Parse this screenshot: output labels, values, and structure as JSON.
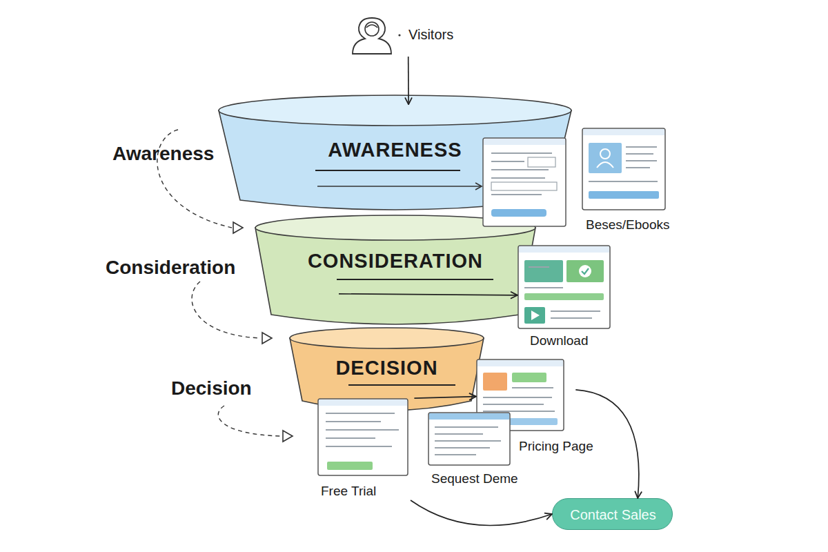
{
  "diagram": {
    "nodes": [
      {
        "text": [
          "Visitors"
        ]
      },
      {
        "text": [
          "AWARENESS"
        ]
      },
      {
        "text": [
          "CONSIDERATION"
        ]
      },
      {
        "text": [
          "DECISION"
        ]
      },
      {
        "text": [
          "Beses/Ebooks"
        ]
      },
      {
        "text": [
          "Download"
        ]
      },
      {
        "text": [
          "Pricing Page"
        ]
      },
      {
        "text": [
          "Sequest Deme"
        ]
      },
      {
        "text": [
          "Free Trial"
        ]
      },
      {
        "text": [
          "Contact Sales"
        ]
      }
    ],
    "edges": [
      {
        "from": 0,
        "to": 1,
        "arrow": "to"
      },
      {
        "from": 2,
        "to": 5,
        "arrow": "to"
      },
      {
        "from": 3,
        "to": 6,
        "arrow": "to"
      },
      {
        "from": 6,
        "to": 9,
        "arrow": "to"
      },
      {
        "from": 8,
        "to": 9,
        "arrow": "to"
      }
    ],
    "labels": [
      "Awareness",
      "Consideration",
      "Decision"
    ]
  }
}
